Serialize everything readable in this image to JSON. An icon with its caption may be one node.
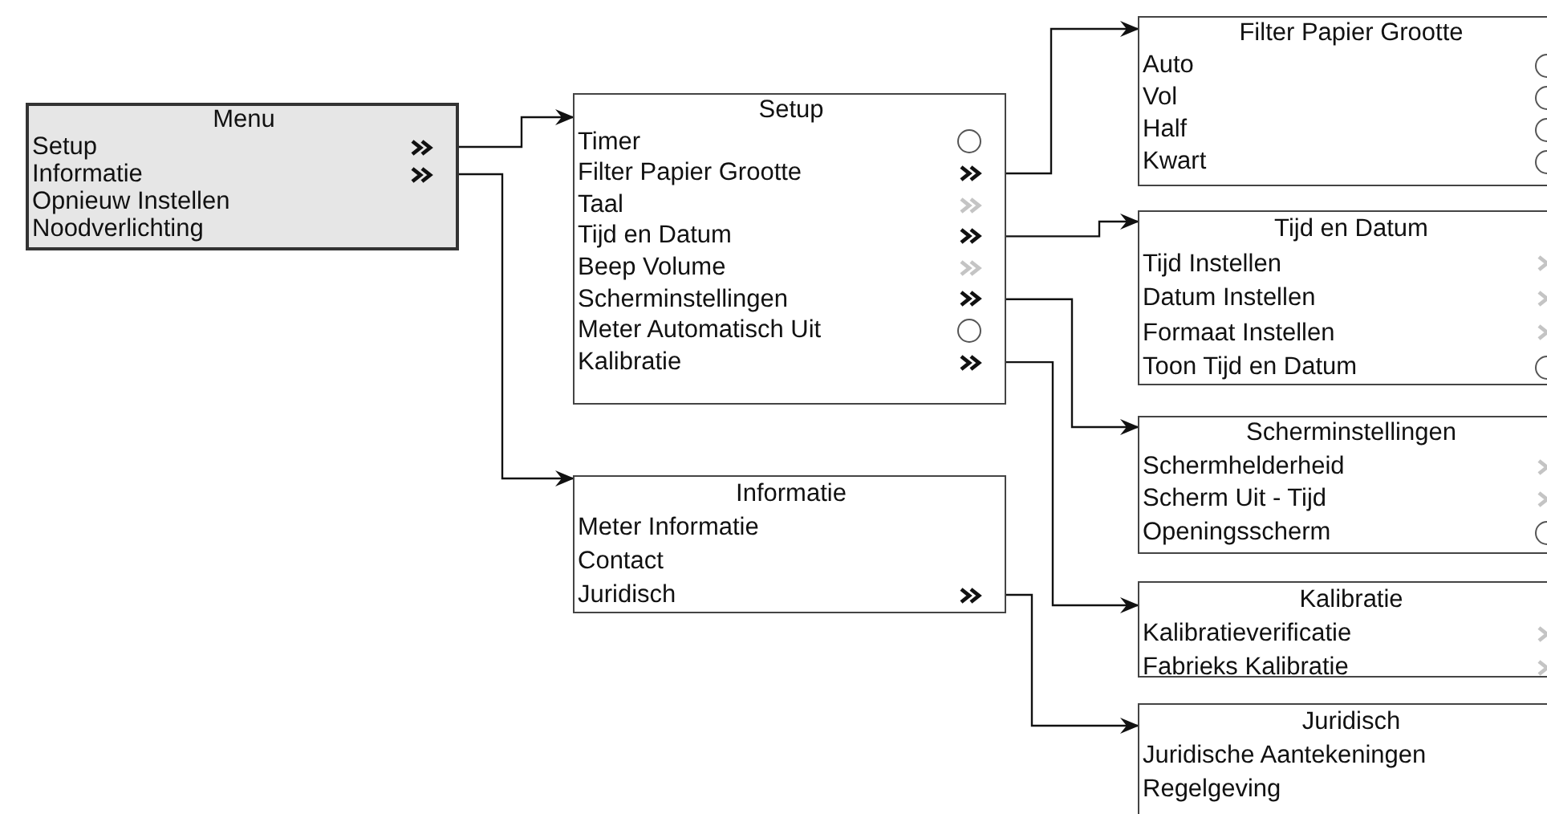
{
  "diagram": {
    "nodes": [
      {
        "text": [
          "Menu"
        ]
      },
      {
        "text": [
          "Setup"
        ],
        "in": 0
      },
      {
        "text": [
          "Informatie"
        ],
        "in": 0
      },
      {
        "text": [
          "Opnieuw Instellen"
        ],
        "in": 0
      },
      {
        "text": [
          "Noodverlichting"
        ],
        "in": 0
      },
      {
        "text": [
          "Setup"
        ]
      },
      {
        "text": [
          "Timer"
        ],
        "in": 5
      },
      {
        "text": [
          "Filter Papier Grootte"
        ],
        "in": 5
      },
      {
        "text": [
          "Taal"
        ],
        "in": 5
      },
      {
        "text": [
          "Tijd en Datum"
        ],
        "in": 5
      },
      {
        "text": [
          "Beep Volume"
        ],
        "in": 5
      },
      {
        "text": [
          "Scherminstellingen"
        ],
        "in": 5
      },
      {
        "text": [
          "Meter Automatisch Uit"
        ],
        "in": 5
      },
      {
        "text": [
          "Kalibratie"
        ],
        "in": 5
      },
      {
        "text": [
          "Filter Papier Grootte"
        ]
      },
      {
        "text": [
          "Auto"
        ],
        "in": 14
      },
      {
        "text": [
          "Vol"
        ],
        "in": 14
      },
      {
        "text": [
          "Half"
        ],
        "in": 14
      },
      {
        "text": [
          "Kwart"
        ],
        "in": 14
      },
      {
        "text": [
          "Tijd en Datum"
        ]
      },
      {
        "text": [
          "Tijd Instellen"
        ],
        "in": 19
      },
      {
        "text": [
          "Datum Instellen"
        ],
        "in": 19
      },
      {
        "text": [
          "Formaat Instellen"
        ],
        "in": 19
      },
      {
        "text": [
          "Toon Tijd en Datum"
        ],
        "in": 19
      },
      {
        "text": [
          "Informatie"
        ]
      },
      {
        "text": [
          "Meter Informatie"
        ],
        "in": 24
      },
      {
        "text": [
          "Contact"
        ],
        "in": 24
      },
      {
        "text": [
          "Juridisch"
        ],
        "in": 24
      },
      {
        "text": [
          "Scherminstellingen"
        ]
      },
      {
        "text": [
          "Schermhelderheid"
        ],
        "in": 28
      },
      {
        "text": [
          "Scherm Uit - Tijd"
        ],
        "in": 28
      },
      {
        "text": [
          "Openingsscherm"
        ],
        "in": 28
      },
      {
        "text": [
          "Kalibratie"
        ]
      },
      {
        "text": [
          "Kalibratieverificatie"
        ],
        "in": 32
      },
      {
        "text": [
          "Fabrieks Kalibratie"
        ],
        "in": 32
      },
      {
        "text": [
          "Juridisch"
        ]
      },
      {
        "text": [
          "Juridische Aantekeningen"
        ],
        "in": 35
      },
      {
        "text": [
          "Regelgeving"
        ],
        "in": 35
      }
    ],
    "edges": [
      {
        "from": 1,
        "to": 5,
        "arrow": "to"
      },
      {
        "from": 2,
        "to": 24,
        "arrow": "to"
      },
      {
        "from": 7,
        "to": 14,
        "arrow": "to"
      },
      {
        "from": 9,
        "to": 19,
        "arrow": "to"
      },
      {
        "from": 11,
        "to": 28,
        "arrow": "to"
      },
      {
        "from": 13,
        "to": 32,
        "arrow": "to"
      },
      {
        "from": 27,
        "to": 35,
        "arrow": "to"
      }
    ]
  }
}
